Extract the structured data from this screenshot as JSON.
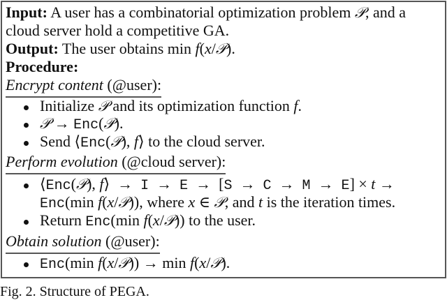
{
  "figure": {
    "input_label": "Input:",
    "input_text_1": " A user has a combinatorial optimization problem ",
    "input_text_2": ", and a",
    "input_line2": "cloud server hold a competitive GA.",
    "output_label": "Output:",
    "output_text": " The user obtains min ",
    "procedure_label": "Procedure:",
    "P": "𝒫",
    "sections": [
      {
        "title": "Encrypt content",
        "actor": " (@user):",
        "steps": [
          "Initialize 𝒫 and its optimization function f.",
          "𝒫 → Enc(𝒫).",
          "Send ⟨Enc(𝒫), f⟩ to the cloud server."
        ]
      },
      {
        "title": "Perform evolution",
        "actor": " (@cloud server):",
        "steps": [
          "⟨Enc(𝒫), f⟩ → I → E → [S → C → M → E] × t → Enc(min f(x/𝒫)), where x ∈ 𝒫, and t is the iteration times.",
          "Return Enc(min f(x/𝒫)) to the user."
        ]
      },
      {
        "title": "Obtain solution",
        "actor": " (@user):",
        "steps": [
          "Enc(min f(x/𝒫)) → min f(x/𝒫)."
        ]
      }
    ],
    "caption": "Fig. 2.  Structure of PEGA."
  }
}
